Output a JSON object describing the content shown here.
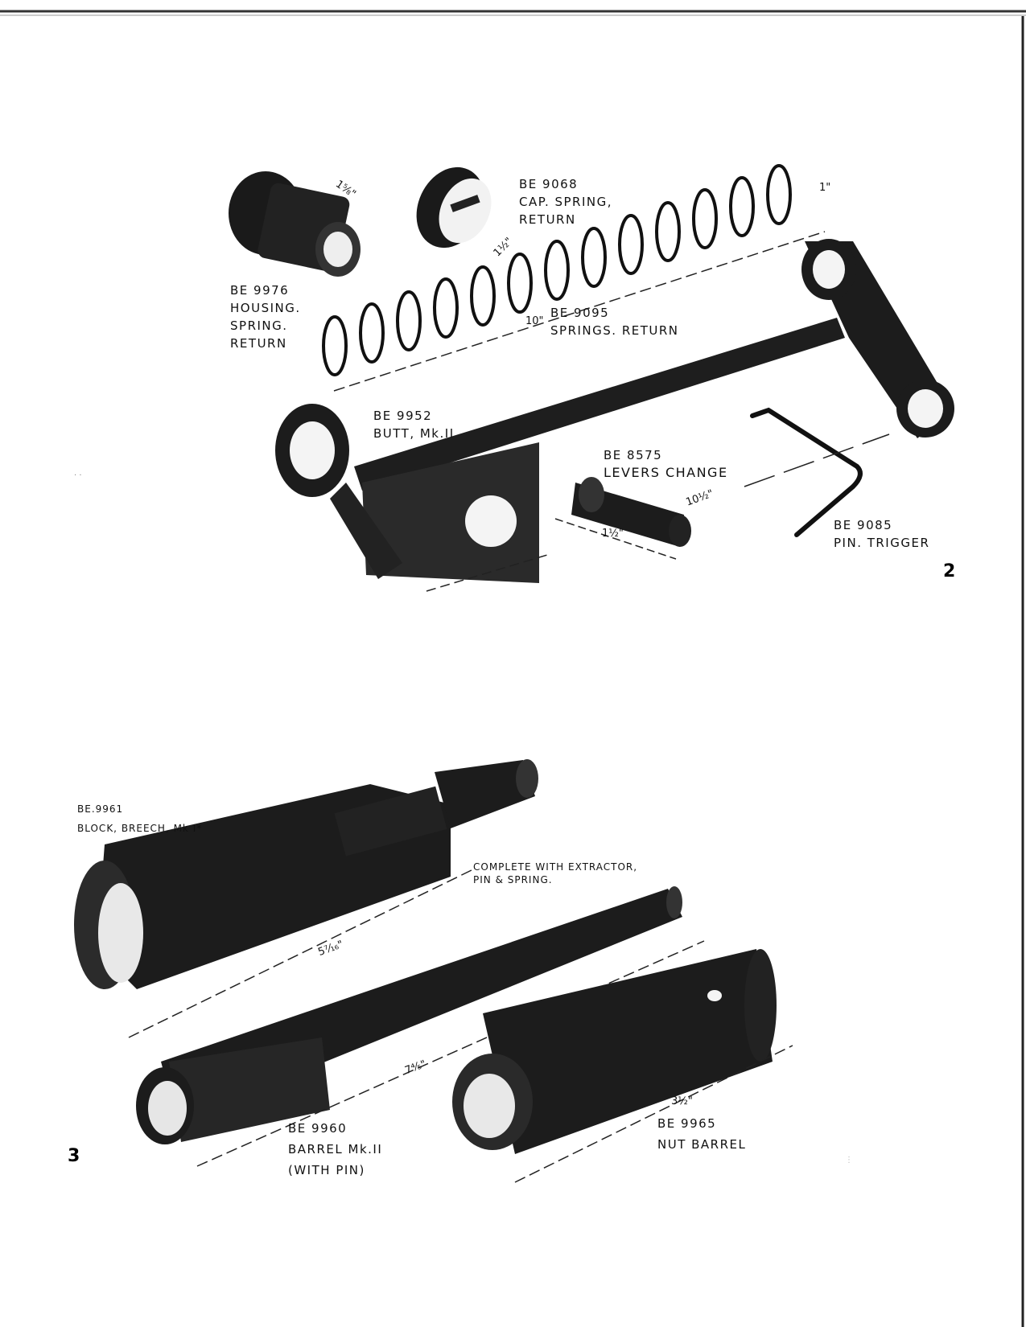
{
  "plates": {
    "upper": "2",
    "lower": "3"
  },
  "parts": {
    "housing": {
      "code": "BE 9976",
      "lines": [
        "HOUSING.",
        "SPRING.",
        "RETURN"
      ]
    },
    "cap": {
      "code": "BE 9068",
      "lines": [
        "CAP. SPRING,",
        "RETURN"
      ]
    },
    "springs": {
      "code": "BE 9095",
      "lines": [
        "SPRINGS. RETURN"
      ]
    },
    "butt": {
      "code": "BE 9952",
      "lines": [
        "BUTT, Mk.II"
      ]
    },
    "levers": {
      "code": "BE 8575",
      "lines": [
        "LEVERS CHANGE"
      ]
    },
    "pin": {
      "code": "BE 9085",
      "lines": [
        "PIN. TRIGGER"
      ]
    },
    "block": {
      "code": "BE.9961",
      "lines": [
        "BLOCK, BREECH, Mk I*"
      ]
    },
    "complete": {
      "lines": [
        "COMPLETE WITH EXTRACTOR,",
        "PIN & SPRING."
      ]
    },
    "barrel": {
      "code": "BE 9960",
      "lines": [
        "BARREL Mk.II",
        "(WITH PIN)"
      ]
    },
    "nut": {
      "code": "BE 9965",
      "lines": [
        "NUT BARREL"
      ]
    }
  },
  "dimensions": {
    "housing_len": "1⅝\"",
    "cap_len": "1½\"",
    "spring_len": "10\"",
    "spring_dia": "1\"",
    "lever_len": "1½\"",
    "pin_len": "10½\"",
    "block_len": "5⁷⁄₁₆\"",
    "barrel_len": "7⁴⁄₅\"",
    "nut_len": "3½\""
  }
}
